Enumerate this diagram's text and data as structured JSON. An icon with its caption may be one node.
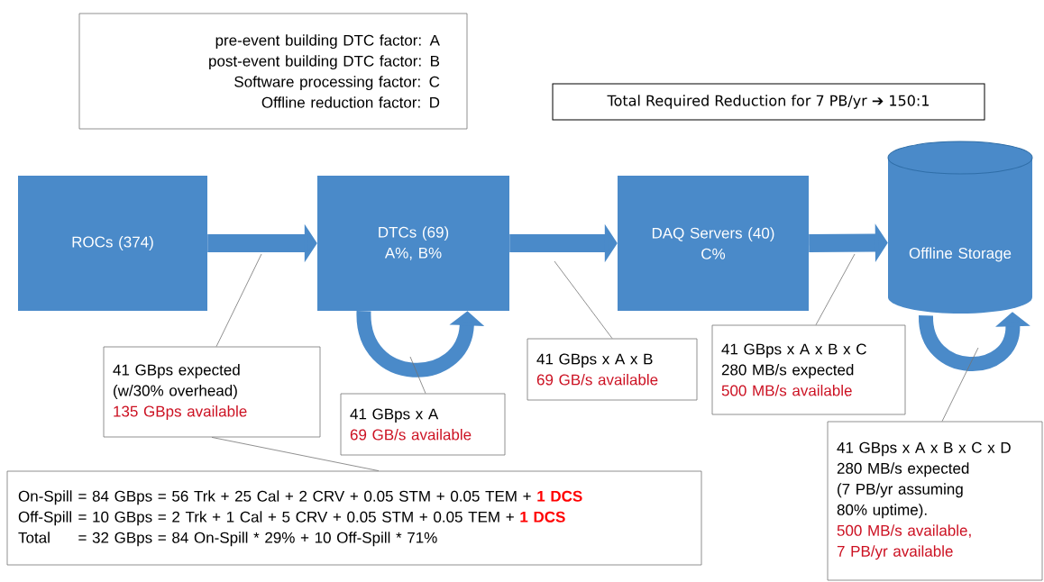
{
  "diagram": {
    "nodes": [
      {
        "text": [
          "pre-event building DTC factor: A",
          "post-event building DTC factor: B",
          "Software processing factor: C",
          "Offline reduction factor: D"
        ]
      },
      {
        "text": [
          "Total Required Reduction for 7 PB/yr ➔ 150:1"
        ]
      },
      {
        "text": [
          "ROCs (374)"
        ]
      },
      {
        "text": [
          "DTCs (69)",
          "A%, B%"
        ]
      },
      {
        "text": [
          "DAQ Servers (40)",
          "C%"
        ]
      },
      {
        "text": [
          "Offline Storage"
        ]
      },
      {
        "text": [
          "41 GBps expected",
          "(w/30% overhead)",
          "135 GBps available"
        ]
      },
      {
        "text": [
          "41 GBps x A",
          "69 GB/s available"
        ]
      },
      {
        "text": [
          "41 GBps x A x B",
          "69 GB/s available"
        ]
      },
      {
        "text": [
          "41 GBps x A x B x C",
          "280 MB/s expected",
          "500 MB/s available"
        ]
      },
      {
        "text": [
          "On-Spill",
          "= 84 GBps = 56 Trk + 25 Cal + 2 CRV + 0.05 STM + 0.05 TEM +",
          "1 DCS",
          "Off-Spill",
          "= 10 GBps = 2 Trk + 1 Cal + 5 CRV + 0.05 STM + 0.05 TEM +",
          "1 DCS",
          "Total",
          "= 32 GBps = 84 On-Spill * 29% + 10 Off-Spill * 71%"
        ]
      },
      {
        "text": [
          "41 GBps x A x B x C x D",
          "280 MB/s expected",
          "(7 PB/yr assuming",
          "80% uptime).",
          "500 MB/s available,",
          "7 PB/yr available"
        ]
      }
    ],
    "edges": [
      {
        "from": 2,
        "to": 3,
        "arrow": "to",
        "style": "thick",
        "color": "#4a8ac9"
      },
      {
        "from": 3,
        "to": 4,
        "arrow": "to",
        "style": "thick",
        "color": "#4a8ac9"
      },
      {
        "from": 4,
        "to": 5,
        "arrow": "to",
        "style": "thick",
        "color": "#4a8ac9"
      },
      {
        "from": 3,
        "to": 3,
        "arrow": "to",
        "style": "thick",
        "color": "#4a8ac9"
      },
      {
        "from": 5,
        "to": 5,
        "arrow": "to",
        "style": "thick",
        "color": "#4a8ac9"
      },
      {
        "from": 6,
        "to": null,
        "arrow": "none"
      },
      {
        "from": 7,
        "to": null,
        "arrow": "none"
      },
      {
        "from": 8,
        "to": null,
        "arrow": "none"
      },
      {
        "from": 9,
        "to": null,
        "arrow": "none"
      },
      {
        "from": 11,
        "to": null,
        "arrow": "none"
      },
      {
        "from": 10,
        "to": 6,
        "arrow": "none"
      }
    ]
  }
}
